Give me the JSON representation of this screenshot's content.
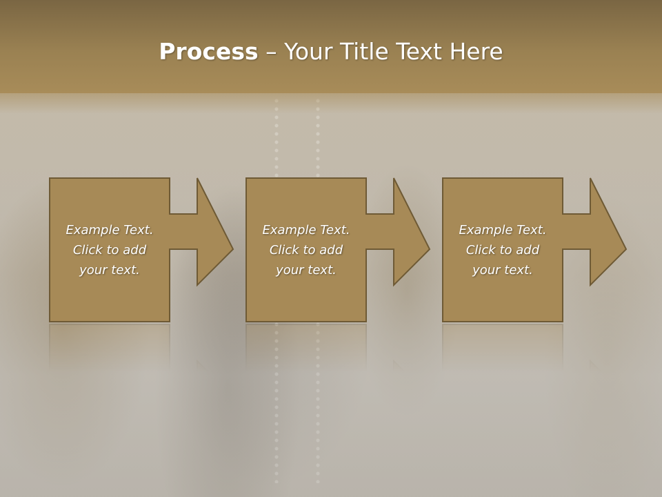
{
  "title": {
    "bold": "Process",
    "rest": " – Your Title Text Here"
  },
  "steps": [
    {
      "line1": "Example Text.",
      "line2": "Click  to add",
      "line3": "your text."
    },
    {
      "line1": "Example Text.",
      "line2": "Click  to add",
      "line3": "your text."
    },
    {
      "line1": "Example Text.",
      "line2": "Click  to add",
      "line3": "your text."
    }
  ],
  "colors": {
    "shape_fill": "#a78a57",
    "shape_border": "#6e5a35",
    "title_bar": "#9a8152",
    "text": "#ffffff"
  }
}
